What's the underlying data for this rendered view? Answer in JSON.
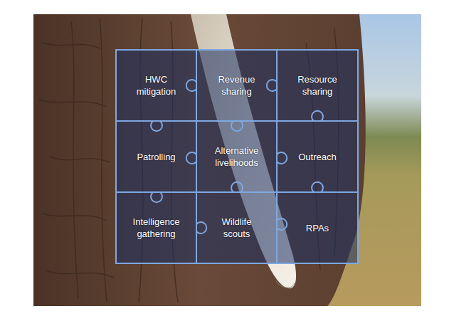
{
  "diagram": {
    "nodes": [
      {
        "text": [
          "HWC mitigation"
        ]
      },
      {
        "text": [
          "Revenue sharing"
        ]
      },
      {
        "text": [
          "Resource sharing"
        ]
      },
      {
        "text": [
          "Patrolling"
        ]
      },
      {
        "text": [
          "Alternative livelihoods"
        ]
      },
      {
        "text": [
          "Outreach"
        ]
      },
      {
        "text": [
          "Intelligence gathering"
        ]
      },
      {
        "text": [
          "Wildlife scouts"
        ]
      },
      {
        "text": [
          "RPAs"
        ]
      }
    ]
  }
}
